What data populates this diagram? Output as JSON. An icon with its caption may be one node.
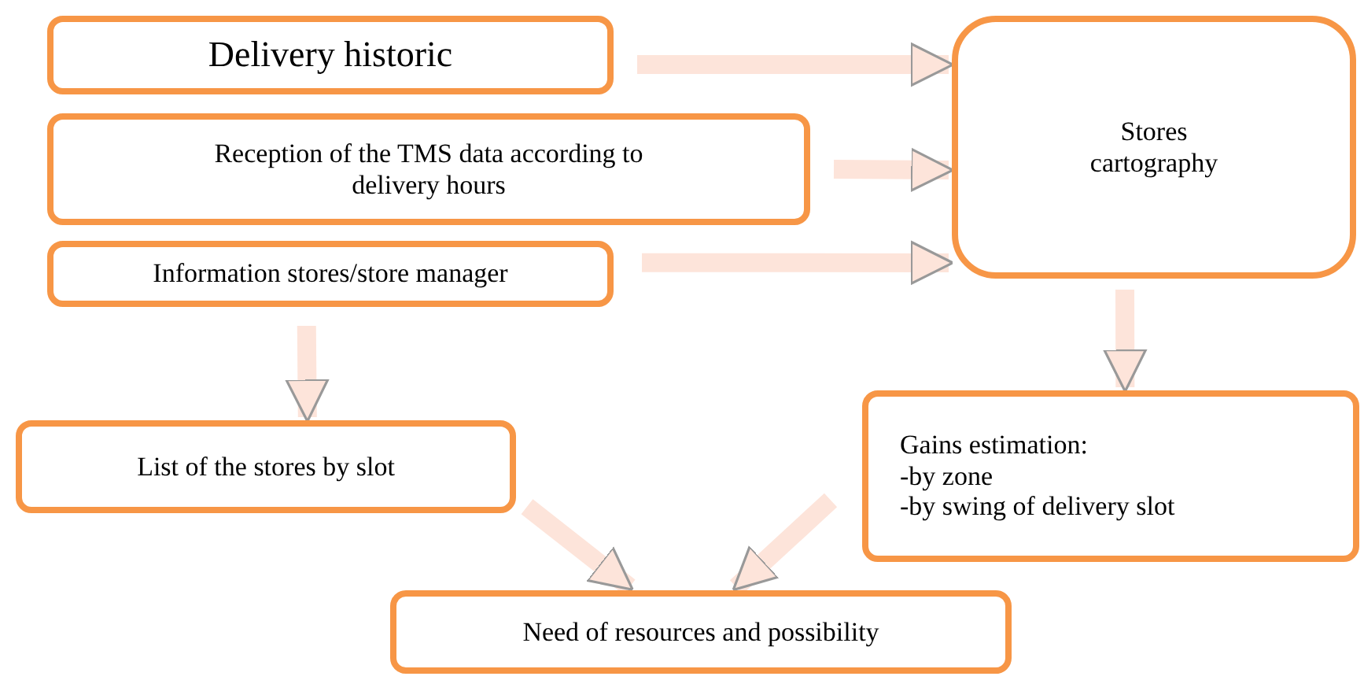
{
  "diagram": {
    "nodes": [
      {
        "text": [
          "Delivery historic"
        ]
      },
      {
        "text": [
          "Reception of the TMS data according to delivery hours"
        ]
      },
      {
        "text": [
          "Information stores/store manager"
        ]
      },
      {
        "text": [
          "Stores cartography"
        ]
      },
      {
        "text": [
          "List of the stores by slot"
        ]
      },
      {
        "text": [
          "Gains estimation:",
          "-by zone",
          "-by swing of delivery slot"
        ]
      },
      {
        "text": [
          "Need of resources and possibility"
        ]
      }
    ],
    "edges": [
      {
        "from": 0,
        "to": 3,
        "arrow": "to"
      },
      {
        "from": 1,
        "to": 3,
        "arrow": "to"
      },
      {
        "from": 2,
        "to": 3,
        "arrow": "to"
      },
      {
        "from": 2,
        "to": 4,
        "arrow": "to"
      },
      {
        "from": 3,
        "to": 5,
        "arrow": "to"
      },
      {
        "from": 4,
        "to": 6,
        "arrow": "to"
      },
      {
        "from": 5,
        "to": 6,
        "arrow": "to"
      }
    ]
  }
}
